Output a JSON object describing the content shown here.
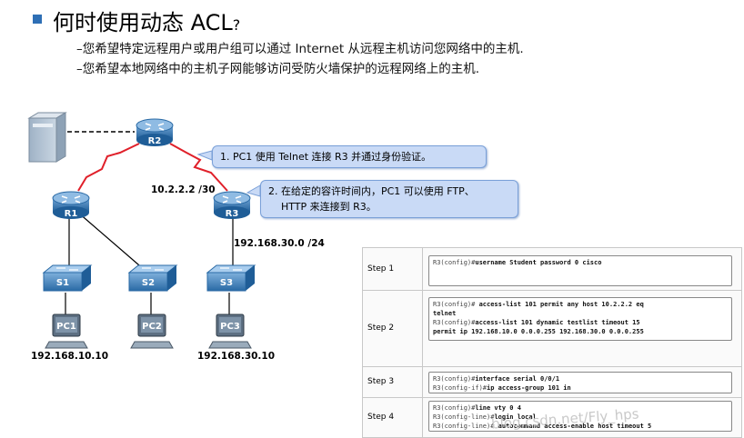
{
  "header": {
    "title_main": "何时使用动态 ACL",
    "title_q": "?",
    "line1": "–您希望特定远程用户或用户组可以通过 Internet 从远程主机访问您网络中的主机.",
    "line2": "–您希望本地网络中的主机子网能够访问受防火墙保护的远程网络上的主机."
  },
  "diagram": {
    "devices": {
      "r1": "R1",
      "r2": "R2",
      "r3": "R3",
      "s1": "S1",
      "s2": "S2",
      "s3": "S3",
      "pc1": "PC1",
      "pc2": "PC2",
      "pc3": "PC3"
    },
    "callout1": "1. PC1 使用 Telnet 连接 R3 并通过身份验证。",
    "callout2_a": "2. 在给定的容许时间内，PC1 可以使用 FTP、",
    "callout2_b": "HTTP 来连接到 R3。",
    "ip_r3": "10.2.2.2 /30",
    "net_r3": "192.168.30.0 /24",
    "ip_pc1": "192.168.10.10",
    "ip_pc3": "192.168.30.10"
  },
  "steps": [
    {
      "label": "Step 1",
      "lines": [
        {
          "p": "R3(config)#",
          "c": "username Student password 0 cisco"
        }
      ]
    },
    {
      "label": "Step 2",
      "lines": [
        {
          "p": "R3(config)#",
          "c": " access-list 101 permit any host 10.2.2.2 eq"
        },
        {
          "p": "",
          "c": "telnet"
        },
        {
          "p": "R3(config)#",
          "c": "access-list 101 dynamic testlist timeout 15"
        },
        {
          "p": "",
          "c": "permit ip 192.168.10.0 0.0.0.255 192.168.30.0 0.0.0.255"
        }
      ]
    },
    {
      "label": "Step 3",
      "lines": [
        {
          "p": "R3(config)#",
          "c": "interface serial 0/0/1"
        },
        {
          "p": "R3(config-if)#",
          "c": "ip access-group 101 in"
        }
      ]
    },
    {
      "label": "Step 4",
      "lines": [
        {
          "p": "R3(config)#",
          "c": "line vty 0 4"
        },
        {
          "p": "R3(config-line)#",
          "c": "login local"
        },
        {
          "p": "R3(config-line)#",
          "c": " autocommand access-enable host timeout 5"
        }
      ]
    }
  ],
  "watermark": "blog.csdn.net/Fly_hps"
}
